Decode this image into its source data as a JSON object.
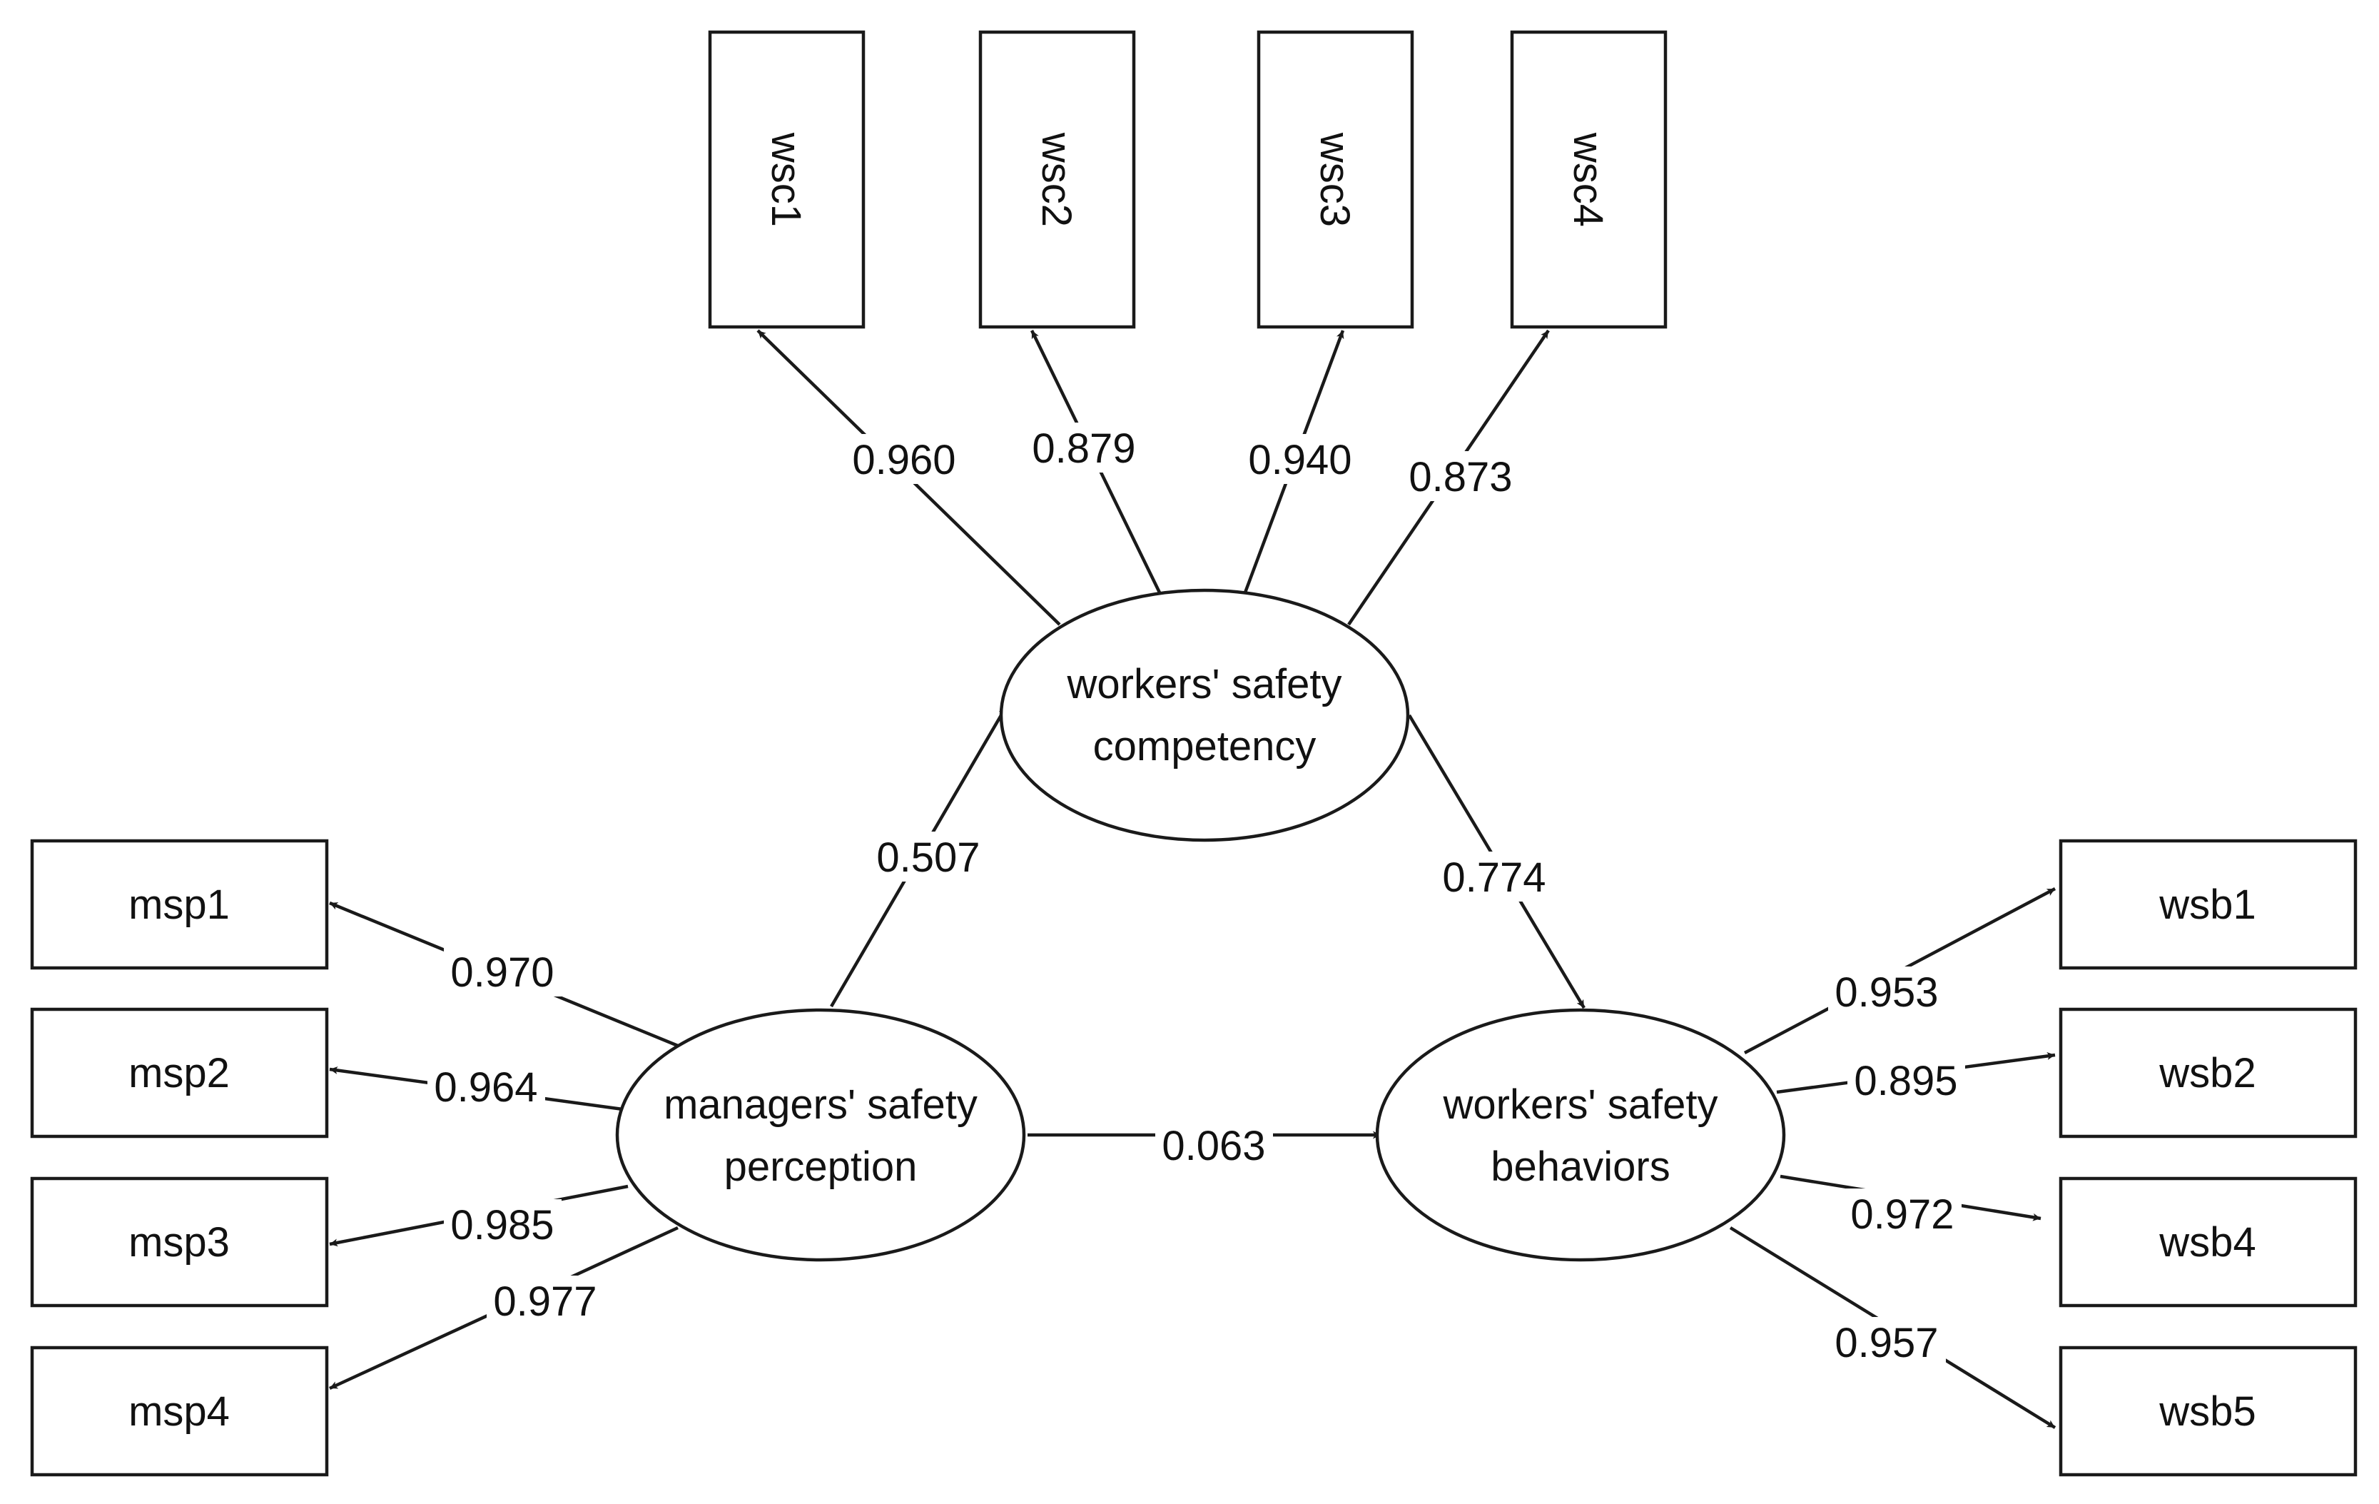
{
  "latent_variables": {
    "msp": {
      "label_lines": [
        "managers' safety",
        "perception"
      ]
    },
    "wsc": {
      "label_lines": [
        "workers' safety",
        "competency"
      ]
    },
    "wsb": {
      "label_lines": [
        "workers' safety",
        "behaviors"
      ]
    }
  },
  "indicators": {
    "wsc1": "wsc1",
    "wsc2": "wsc2",
    "wsc3": "wsc3",
    "wsc4": "wsc4",
    "msp1": "msp1",
    "msp2": "msp2",
    "msp3": "msp3",
    "msp4": "msp4",
    "wsb1": "wsb1",
    "wsb2": "wsb2",
    "wsb4": "wsb4",
    "wsb5": "wsb5"
  },
  "loadings": {
    "wsc1": "0.960",
    "wsc2": "0.879",
    "wsc3": "0.940",
    "wsc4": "0.873",
    "msp1": "0.970",
    "msp2": "0.964",
    "msp3": "0.985",
    "msp4": "0.977",
    "wsb1": "0.953",
    "wsb2": "0.895",
    "wsb4": "0.972",
    "wsb5": "0.957"
  },
  "paths": {
    "msp_wsc": "0.507",
    "wsc_wsb": "0.774",
    "msp_wsb": "0.063"
  },
  "colors": {
    "stroke": "#1a1a1a",
    "text": "#111111",
    "background": "#ffffff"
  }
}
